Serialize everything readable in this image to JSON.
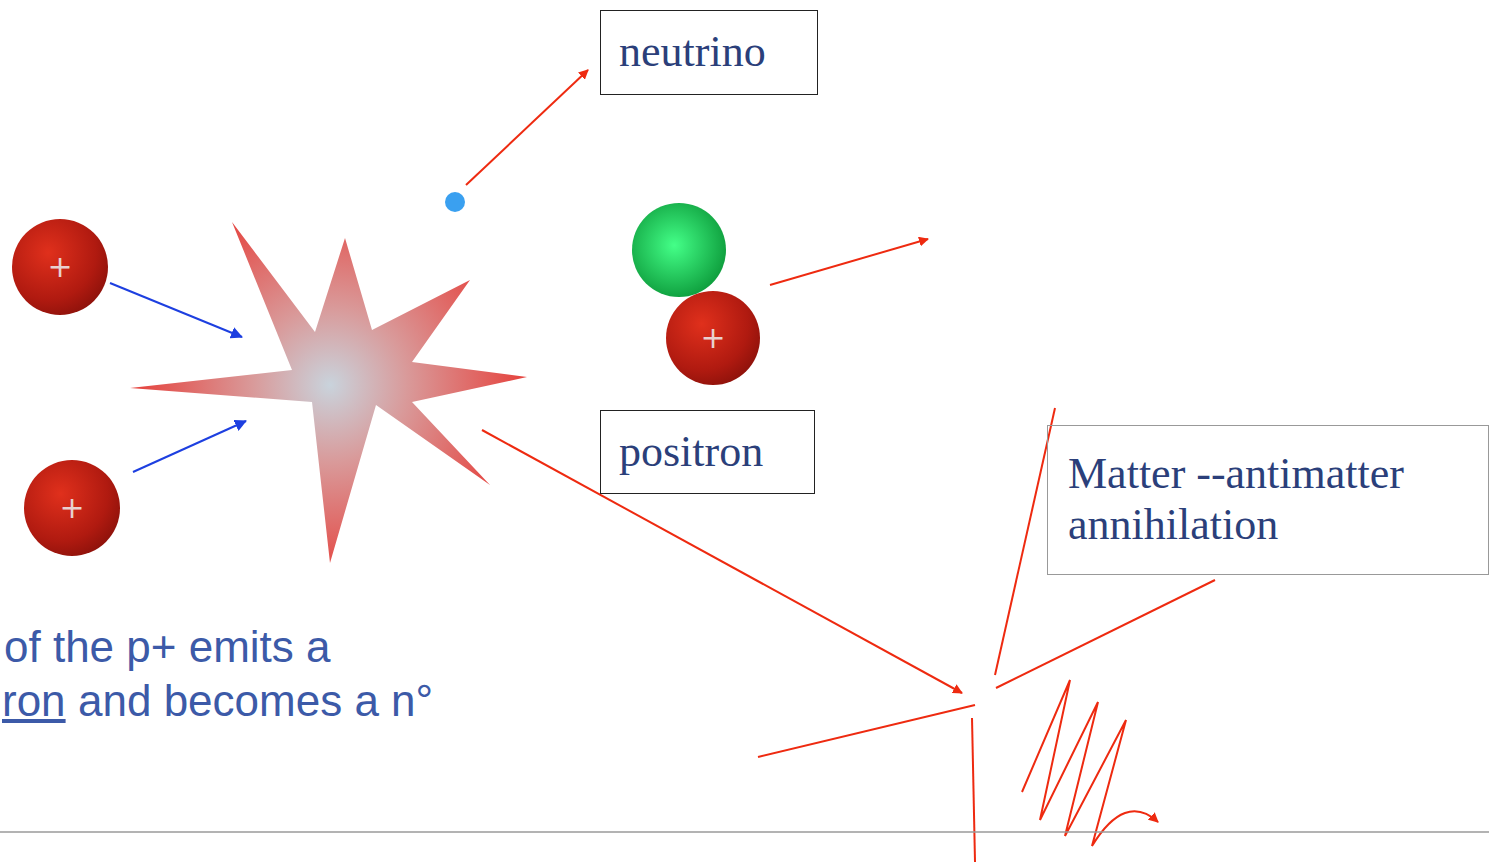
{
  "diagram": {
    "nodes": [
      {
        "text": [
          "+"
        ]
      },
      {
        "text": [
          "+"
        ]
      },
      {
        "text": [
          "neutrino"
        ]
      },
      {
        "text": [
          "+"
        ]
      },
      {
        "text": [
          "positron"
        ]
      },
      {
        "text": [
          "Matter --antimatter annihilation"
        ]
      }
    ],
    "labels": [
      "of the p+ emits a",
      "ron",
      "and becomes a n°"
    ]
  }
}
